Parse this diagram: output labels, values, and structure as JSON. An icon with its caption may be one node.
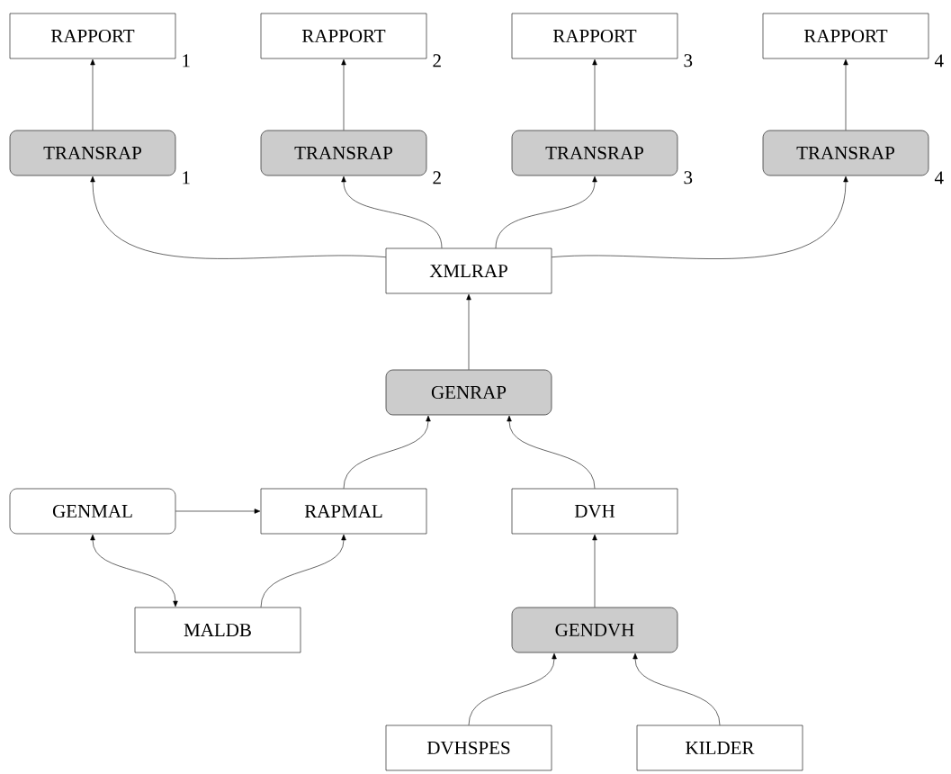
{
  "diagram": {
    "nodes": [
      {
        "text": [
          "RAPPORT"
        ],
        "beside": [
          "1"
        ]
      },
      {
        "text": [
          "RAPPORT"
        ],
        "beside": [
          "2"
        ]
      },
      {
        "text": [
          "RAPPORT"
        ],
        "beside": [
          "3"
        ]
      },
      {
        "text": [
          "RAPPORT"
        ],
        "beside": [
          "4"
        ]
      },
      {
        "text": [
          "TRANSRAP"
        ],
        "beside": [
          "1"
        ]
      },
      {
        "text": [
          "TRANSRAP"
        ],
        "beside": [
          "2"
        ]
      },
      {
        "text": [
          "TRANSRAP"
        ],
        "beside": [
          "3"
        ]
      },
      {
        "text": [
          "TRANSRAP"
        ],
        "beside": [
          "4"
        ]
      },
      {
        "text": [
          "XMLRAP"
        ]
      },
      {
        "text": [
          "GENRAP"
        ]
      },
      {
        "text": [
          "GENMAL"
        ]
      },
      {
        "text": [
          "RAPMAL"
        ]
      },
      {
        "text": [
          "DVH"
        ]
      },
      {
        "text": [
          "MALDB"
        ]
      },
      {
        "text": [
          "GENDVH"
        ]
      },
      {
        "text": [
          "DVHSPES"
        ]
      },
      {
        "text": [
          "KILDER"
        ]
      }
    ],
    "edges": [
      {
        "from": 4,
        "to": 0,
        "arrow": "to"
      },
      {
        "from": 5,
        "to": 1,
        "arrow": "to"
      },
      {
        "from": 6,
        "to": 2,
        "arrow": "to"
      },
      {
        "from": 7,
        "to": 3,
        "arrow": "to"
      },
      {
        "from": 8,
        "to": 4,
        "arrow": "to"
      },
      {
        "from": 8,
        "to": 5,
        "arrow": "to"
      },
      {
        "from": 8,
        "to": 6,
        "arrow": "to"
      },
      {
        "from": 8,
        "to": 7,
        "arrow": "to"
      },
      {
        "from": 9,
        "to": 8,
        "arrow": "to"
      },
      {
        "from": 11,
        "to": 9,
        "arrow": "to"
      },
      {
        "from": 12,
        "to": 9,
        "arrow": "to"
      },
      {
        "from": 10,
        "to": 11,
        "arrow": "to"
      },
      {
        "from": 10,
        "to": 13,
        "arrow": "both"
      },
      {
        "from": 13,
        "to": 11,
        "arrow": "to"
      },
      {
        "from": 14,
        "to": 12,
        "arrow": "to"
      },
      {
        "from": 15,
        "to": 14,
        "arrow": "to"
      },
      {
        "from": 16,
        "to": 14,
        "arrow": "to"
      }
    ]
  }
}
